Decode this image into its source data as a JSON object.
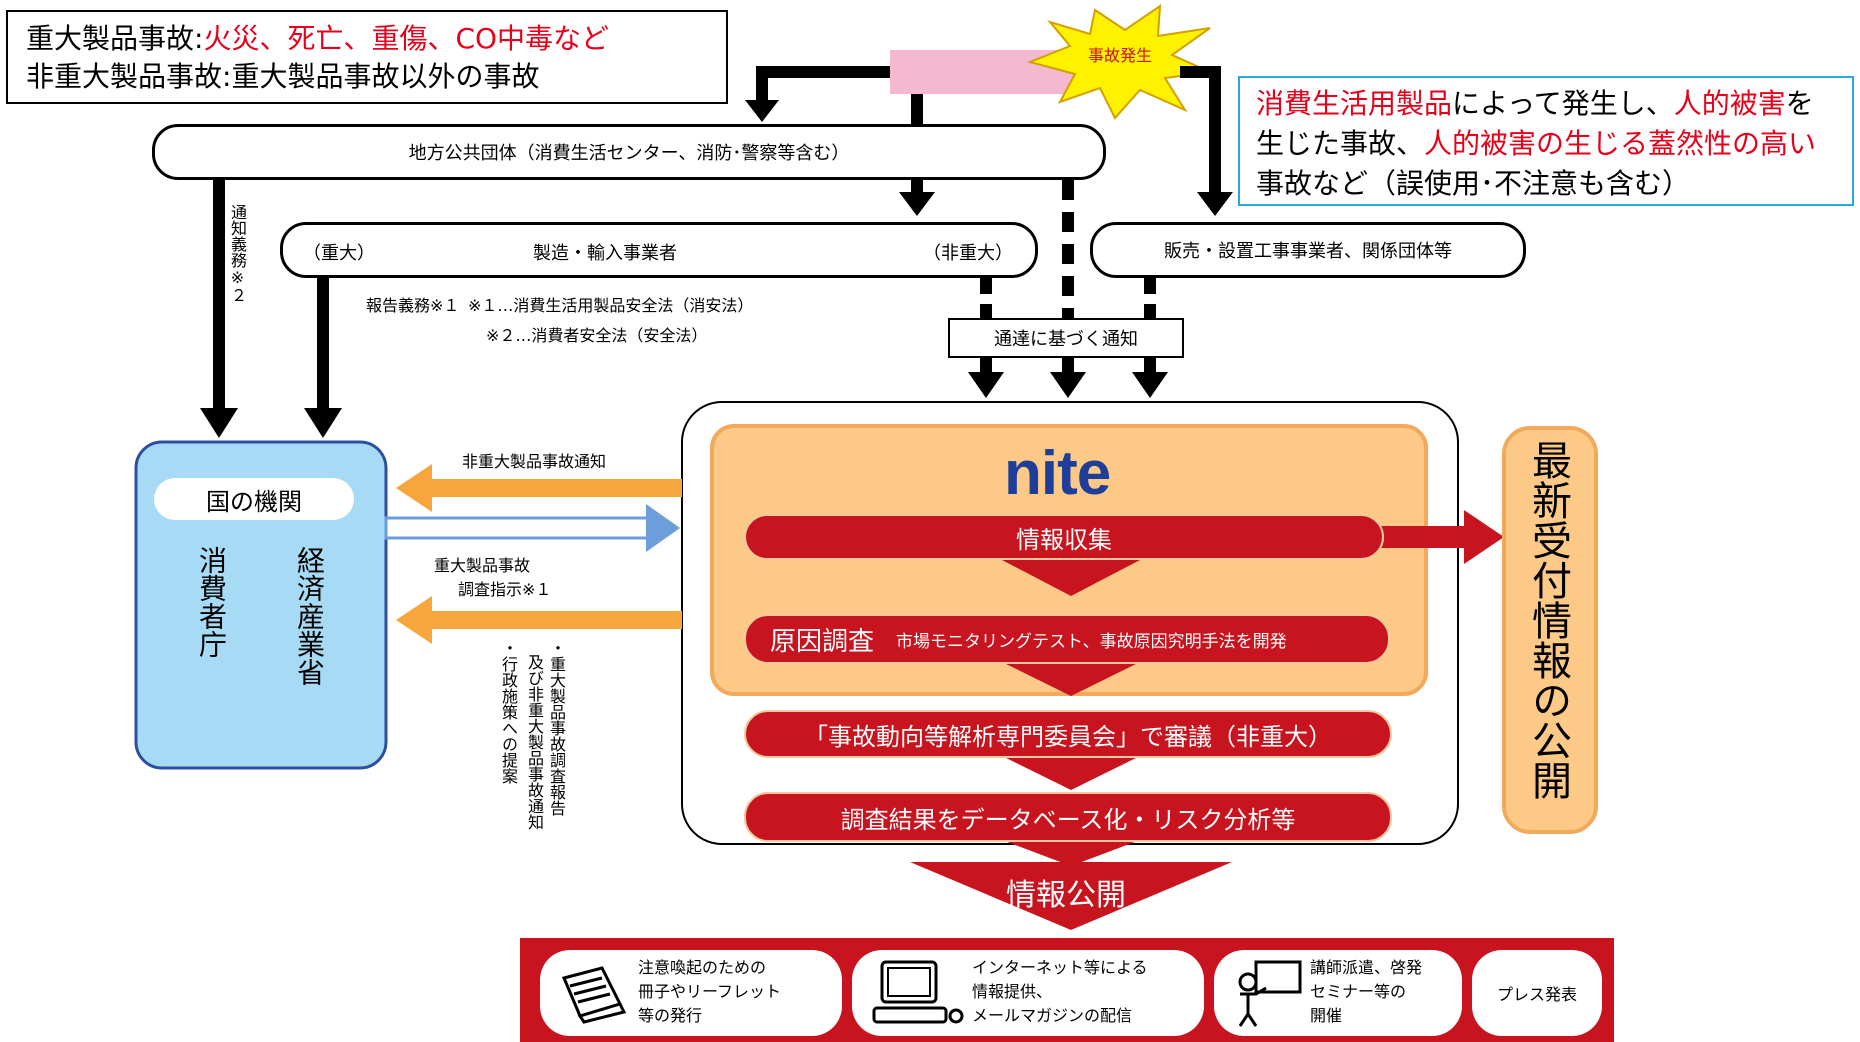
{
  "legend": {
    "serious_label": "重大製品事故:",
    "serious_examples": "火災、死亡、重傷、CO中毒など",
    "nonserious_label": "非重大製品事故:",
    "nonserious_desc": "重大製品事故以外の事故"
  },
  "incident_label": "事故発生",
  "definition": {
    "part1_red": "消費生活用製品",
    "part2": "によって発生し、",
    "part3_red": "人的被害",
    "part4": "を生じた事故、",
    "part5_red": "人的被害の生じる蓋然性の高い",
    "part6": "事故など（誤使用･不注意も含む）"
  },
  "local_gov": "地方公共団体（消費生活センター、消防･警察等含む）",
  "manufacturer": {
    "serious": "（重大）",
    "title": "製造・輸入事業者",
    "nonserious": "（非重大）"
  },
  "retailer": "販売・設置工事事業者、関係団体等",
  "notify_duty": "通知義務※２",
  "report_duty": "報告義務※１",
  "law_note1": "※１…消費生活用製品安全法（消安法）",
  "law_note2": "※２…消費者安全法（安全法）",
  "circular_notice": "通達に基づく通知",
  "government": {
    "title": "国の機関",
    "consumer_agency": "消費者庁",
    "meti": "経済産業省"
  },
  "arrows": {
    "nonserious_notice": "非重大製品事故通知",
    "serious_instruction_1": "重大製品事故",
    "serious_instruction_2": "調査指示※１",
    "report_col1": "・重大製品事故調査報告",
    "report_col2": "及び非重大製品事故通知",
    "report_col3": "・行政施策への提案"
  },
  "nite": {
    "logo": "nite",
    "info_collect": "情報収集",
    "cause_title": "原因調査",
    "cause_detail": "市場モニタリングテスト、事故原因究明手法を開発",
    "committee": "「事故動向等解析専門委員会」で審議（非重大）",
    "database": "調査結果をデータベース化・リスク分析等",
    "publish": "情報公開"
  },
  "latest_info": "最新受付情報の公開",
  "outputs": [
    {
      "text": "注意喚起のための\n冊子やリーフレット\n等の発行",
      "icon": "booklet-icon"
    },
    {
      "text": "インターネット等による\n情報提供、\nメールマガジンの配信",
      "icon": "computer-icon"
    },
    {
      "text": "講師派遣、啓発\nセミナー等の\n開催",
      "icon": "lecturer-icon"
    },
    {
      "text": "プレス発表",
      "icon": "none"
    }
  ],
  "colors": {
    "accent_red": "#c8141e",
    "text_red": "#e6001a",
    "orange_fill": "#fcc987",
    "orange_arrow": "#f7a63e",
    "blue_fill": "#a7daf5",
    "blue_arrow": "#6c9edc",
    "burst_yellow": "#fff200",
    "pink": "#f4b8d0",
    "definition_border": "#2aa6e0"
  }
}
